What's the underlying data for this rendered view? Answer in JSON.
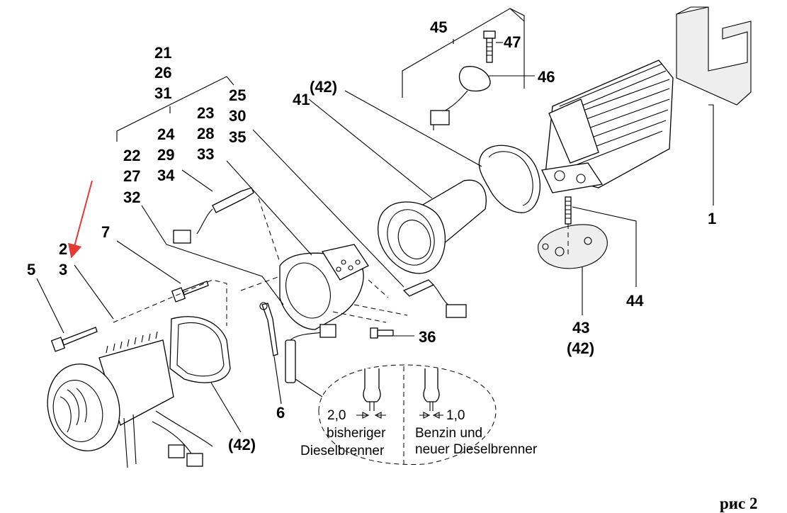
{
  "labels": {
    "n21": "21",
    "n26": "26",
    "n31": "31",
    "n25": "25",
    "n30": "30",
    "n35": "35",
    "n23": "23",
    "n28": "28",
    "n33": "33",
    "n24": "24",
    "n29": "29",
    "n34": "34",
    "n22": "22",
    "n27": "27",
    "n32": "32",
    "n2": "2",
    "n3": "3",
    "n5": "5",
    "n7": "7",
    "n41": "41",
    "n42a": "(42)",
    "n45": "45",
    "n47": "47",
    "n46": "46",
    "n1": "1",
    "n44": "44",
    "n43": "43",
    "n42b": "(42)",
    "n36": "36",
    "n6": "6",
    "n42c": "(42)"
  },
  "detail": {
    "left_value": "2,0",
    "left_caption_1": "bisheriger",
    "left_caption_2": "Dieselbrenner",
    "right_value": "1,0",
    "right_caption_1": "Benzin und",
    "right_caption_2": "neuer Dieselbrenner"
  },
  "figure_label": "рис 2",
  "colors": {
    "ink": "#000000",
    "arrow": "#e53935",
    "paper": "#ffffff"
  }
}
